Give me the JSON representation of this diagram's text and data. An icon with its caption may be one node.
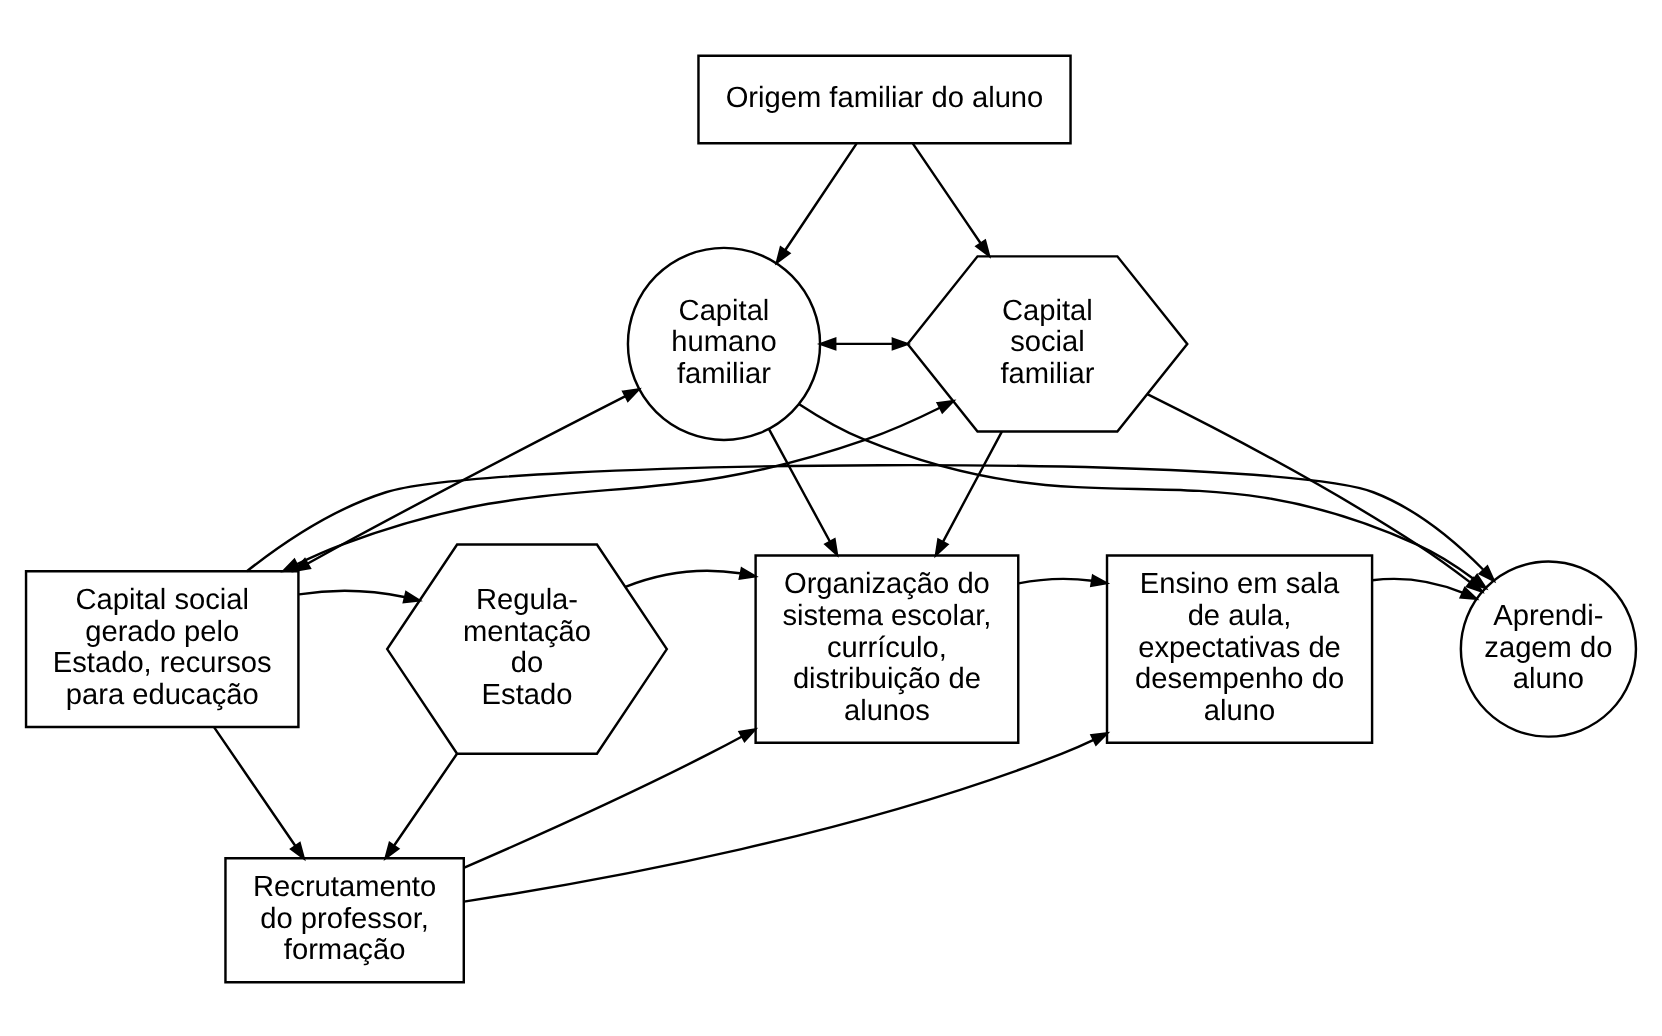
{
  "diagram": {
    "nodes": [
      {
        "text": [
          "Origem familiar do aluno"
        ]
      },
      {
        "text": [
          "Capital humano familiar"
        ]
      },
      {
        "text": [
          "Capital social familiar"
        ]
      },
      {
        "text": [
          "Capital social gerado pelo Estado, recursos para educação"
        ]
      },
      {
        "text": [
          "Regula- mentação do Estado"
        ]
      },
      {
        "text": [
          "Organização do sistema escolar, currículo, distribuição de alunos"
        ]
      },
      {
        "text": [
          "Ensino em sala de aula, expectativas de desempenho do aluno"
        ]
      },
      {
        "text": [
          "Aprendi- zagem do aluno"
        ]
      },
      {
        "text": [
          "Recrutamento do professor, formação"
        ]
      }
    ],
    "edges": [
      {
        "from": 0,
        "to": 1,
        "arrow": "to"
      },
      {
        "from": 0,
        "to": 2,
        "arrow": "to"
      },
      {
        "from": 1,
        "to": 2,
        "arrow": "both"
      },
      {
        "from": 1,
        "to": 3,
        "arrow": "both"
      },
      {
        "from": 2,
        "to": 3,
        "arrow": "both"
      },
      {
        "from": 1,
        "to": 5,
        "arrow": "to"
      },
      {
        "from": 2,
        "to": 5,
        "arrow": "to"
      },
      {
        "from": 1,
        "to": 7,
        "arrow": "to"
      },
      {
        "from": 2,
        "to": 7,
        "arrow": "to"
      },
      {
        "from": 3,
        "to": 4,
        "arrow": "to"
      },
      {
        "from": 4,
        "to": 5,
        "arrow": "to"
      },
      {
        "from": 5,
        "to": 6,
        "arrow": "to"
      },
      {
        "from": 6,
        "to": 7,
        "arrow": "to"
      },
      {
        "from": 3,
        "to": 8,
        "arrow": "to"
      },
      {
        "from": 4,
        "to": 8,
        "arrow": "to"
      },
      {
        "from": 8,
        "to": 5,
        "arrow": "to"
      },
      {
        "from": 8,
        "to": 6,
        "arrow": "to"
      },
      {
        "from": 3,
        "to": 7,
        "arrow": "to"
      }
    ]
  }
}
